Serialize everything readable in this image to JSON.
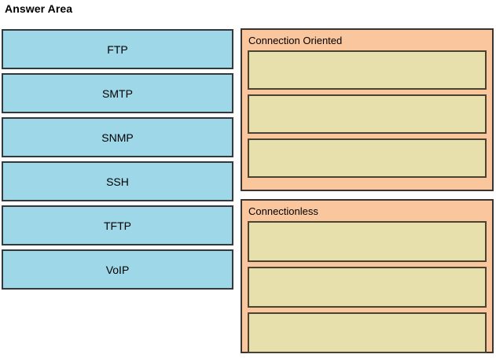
{
  "page": {
    "title": "Answer Area"
  },
  "options": {
    "items": [
      {
        "label": "FTP"
      },
      {
        "label": "SMTP"
      },
      {
        "label": "SNMP"
      },
      {
        "label": "SSH"
      },
      {
        "label": "TFTP"
      },
      {
        "label": "VoIP"
      }
    ]
  },
  "categories": [
    {
      "title": "Connection Oriented",
      "slots": [
        {
          "value": ""
        },
        {
          "value": ""
        },
        {
          "value": ""
        }
      ]
    },
    {
      "title": "Connectionless",
      "slots": [
        {
          "value": ""
        },
        {
          "value": ""
        },
        {
          "value": ""
        }
      ]
    }
  ],
  "colors": {
    "option_tile": "#9ed8e8",
    "option_border": "#33383a",
    "category_panel": "#fac69e",
    "category_border": "#3a3530",
    "drop_slot": "#e8e0ac",
    "drop_slot_border": "#4a4330",
    "background": "#ffffff",
    "text": "#000000"
  }
}
